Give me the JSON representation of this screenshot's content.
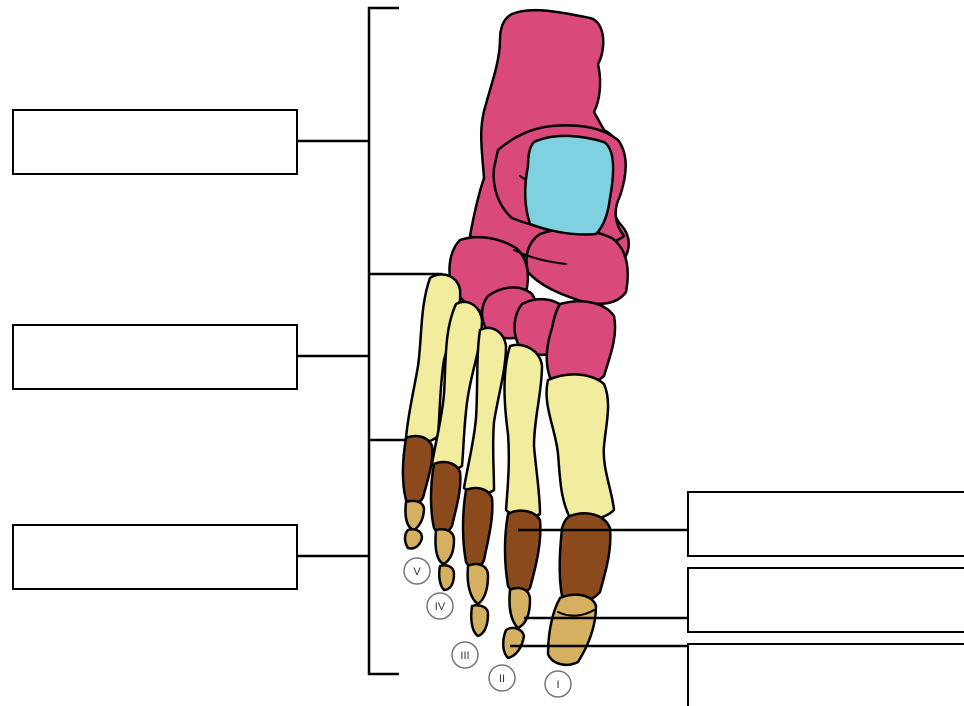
{
  "colors": {
    "tarsals": "#d9497c",
    "talus_highlight": "#7fd0e0",
    "metatarsals": "#f2ec9e",
    "proximal_phalanges": "#8a4a1c",
    "distal_phalanges": "#d4b060",
    "outline": "#000000"
  },
  "toes": [
    {
      "numeral": "V"
    },
    {
      "numeral": "IV"
    },
    {
      "numeral": "III"
    },
    {
      "numeral": "II"
    },
    {
      "numeral": "I"
    }
  ],
  "label_boxes": {
    "left_top": "",
    "left_middle": "",
    "left_bottom": "",
    "right_top": "",
    "right_middle": "",
    "right_bottom": ""
  }
}
